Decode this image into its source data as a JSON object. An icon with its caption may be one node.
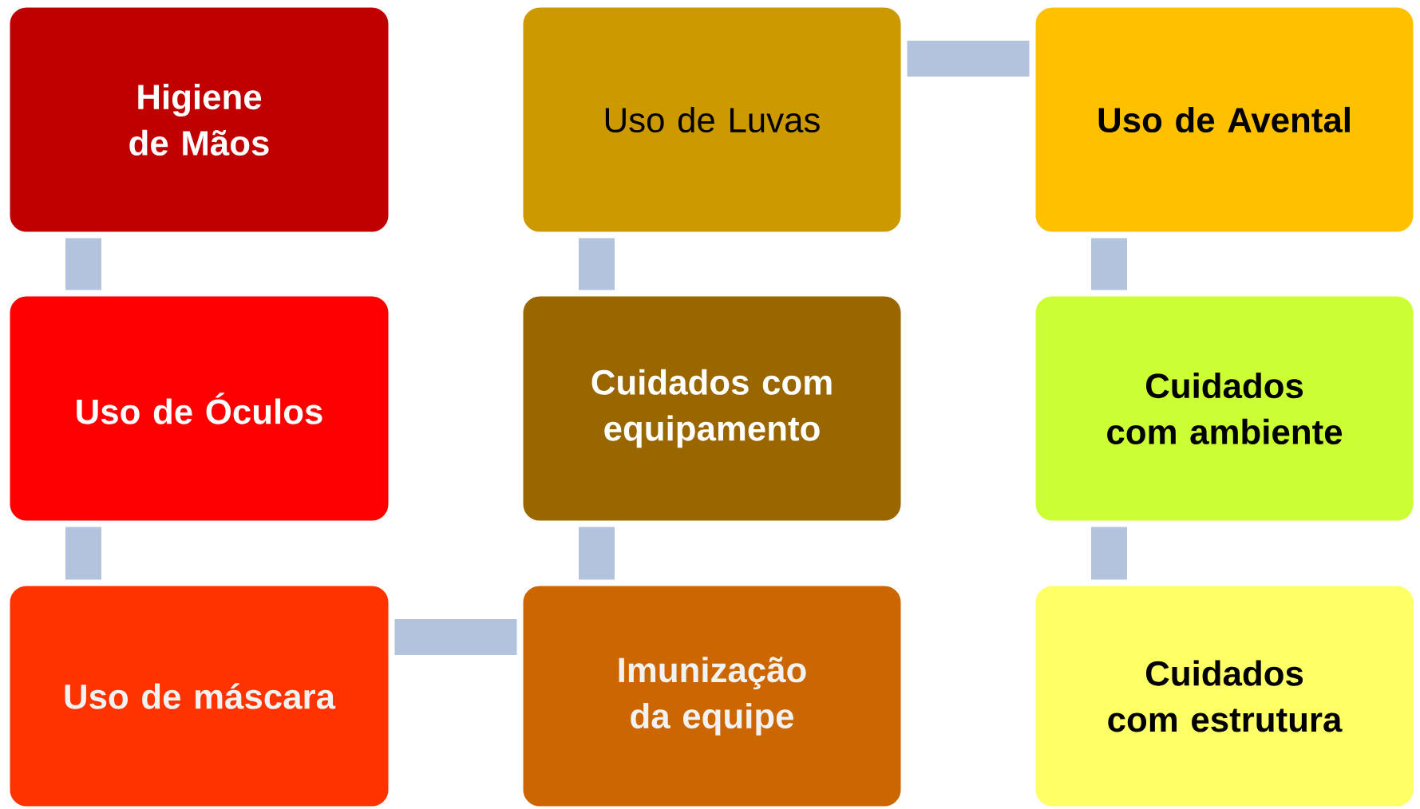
{
  "diagram": {
    "nodes": [
      {
        "text": [
          "Higiene de Mãos"
        ]
      },
      {
        "text": [
          "Uso de Óculos"
        ]
      },
      {
        "text": [
          "Uso de máscara"
        ]
      },
      {
        "text": [
          "Uso de Luvas"
        ]
      },
      {
        "text": [
          "Cuidados com equipamento"
        ]
      },
      {
        "text": [
          "Imunização da equipe"
        ]
      },
      {
        "text": [
          "Uso de Avental"
        ]
      },
      {
        "text": [
          "Cuidados com ambiente"
        ]
      },
      {
        "text": [
          "Cuidados com estrutura"
        ]
      }
    ],
    "edges": [
      {
        "from": 0,
        "to": 1,
        "arrow": "none"
      },
      {
        "from": 1,
        "to": 2,
        "arrow": "none"
      },
      {
        "from": 2,
        "to": 5,
        "arrow": "none"
      },
      {
        "from": 5,
        "to": 4,
        "arrow": "none"
      },
      {
        "from": 4,
        "to": 3,
        "arrow": "none"
      },
      {
        "from": 3,
        "to": 6,
        "arrow": "none"
      },
      {
        "from": 6,
        "to": 7,
        "arrow": "none"
      },
      {
        "from": 7,
        "to": 8,
        "arrow": "none"
      }
    ]
  }
}
